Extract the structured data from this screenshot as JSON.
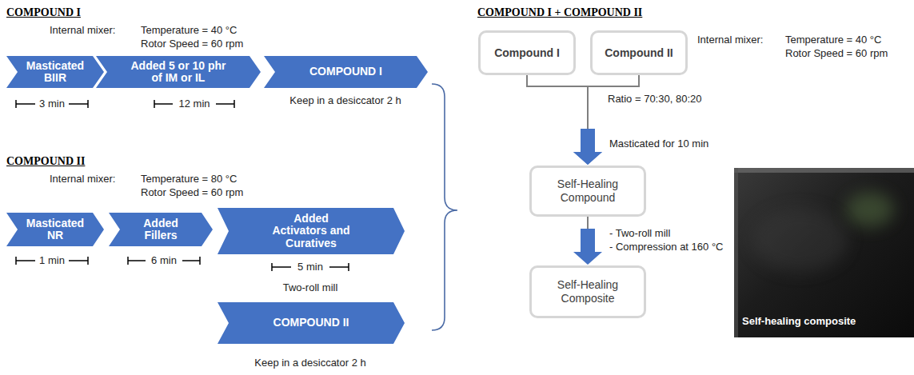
{
  "diagram": {
    "nodes": [
      {
        "text": [
          "Masticated BIIR"
        ]
      },
      {
        "text": [
          "Added 5 or 10 phr of IM or IL"
        ]
      },
      {
        "text": [
          "COMPOUND I"
        ]
      },
      {
        "text": [
          "Masticated NR"
        ]
      },
      {
        "text": [
          "Added Fillers"
        ]
      },
      {
        "text": [
          "Added Activators and Curatives"
        ]
      },
      {
        "text": [
          "COMPOUND II"
        ]
      },
      {
        "text": [
          "Compound I"
        ]
      },
      {
        "text": [
          "Compound II"
        ]
      },
      {
        "text": [
          "Self-Healing Compound"
        ]
      },
      {
        "text": [
          "Self-Healing Composite"
        ]
      }
    ],
    "edges": [
      {
        "from": 7,
        "to": 9,
        "arrow": "to"
      },
      {
        "from": 8,
        "to": 9,
        "arrow": "to"
      },
      {
        "from": 9,
        "to": 10,
        "arrow": "to"
      }
    ],
    "labels": [
      "COMPOUND I",
      "Internal mixer:",
      "Temperature = 40 °C",
      "Rotor Speed = 60 rpm",
      "3 min",
      "12 min",
      "Keep in a desiccator 2 h",
      "COMPOUND II",
      "Internal mixer:",
      "Temperature = 80 °C",
      "Rotor Speed = 60 rpm",
      "1 min",
      "6 min",
      "5 min",
      "Two-roll mill",
      "Keep in a desiccator 2 h",
      "COMPOUND I + COMPOUND II",
      "Internal mixer:",
      "Temperature = 40 °C",
      "Rotor Speed = 60 rpm",
      "Ratio = 70:30, 80:20",
      "Masticated for 10 min",
      "- Two-roll mill",
      "- Compression at 160 °C",
      "Self-healing composite"
    ]
  }
}
